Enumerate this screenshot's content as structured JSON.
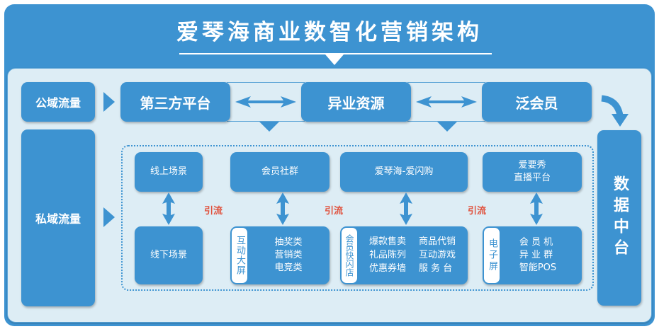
{
  "title": "爱琴海商业数智化营销架构",
  "colors": {
    "primary": "#3d93d1",
    "panel": "#ddedf5",
    "accent_red": "#e0533f",
    "white": "#ffffff"
  },
  "left_labels": {
    "public": "公域流量",
    "private": "私域流量"
  },
  "top_row": {
    "items": [
      "第三方平台",
      "异业资源",
      "泛会员"
    ],
    "connector_icon": "double-arrow-horizontal"
  },
  "data_center": "数据中台",
  "online": {
    "items": [
      {
        "label": "线上场景"
      },
      {
        "label": "会员社群"
      },
      {
        "label": "爱琴海-爱闪购"
      },
      {
        "label": "爱要秀\n直播平台",
        "lines": [
          "爱要秀",
          "直播平台"
        ]
      }
    ]
  },
  "flow_label": "引流",
  "offline": {
    "scene": "线下场景",
    "interactive_screen": {
      "tag": "互动大屏",
      "lines": [
        "抽奖类",
        "营销类",
        "电竞类"
      ]
    },
    "flash_store": {
      "tag": "会员快闪店",
      "grid": [
        [
          "爆款售卖",
          "商品代销"
        ],
        [
          "礼品陈列",
          "互动游戏"
        ],
        [
          "优惠券墙",
          "服 务 台"
        ]
      ]
    },
    "e_screen": {
      "tag": "电子屏",
      "lines": [
        "会 员 机",
        "异 业 群",
        "智能POS"
      ]
    }
  }
}
